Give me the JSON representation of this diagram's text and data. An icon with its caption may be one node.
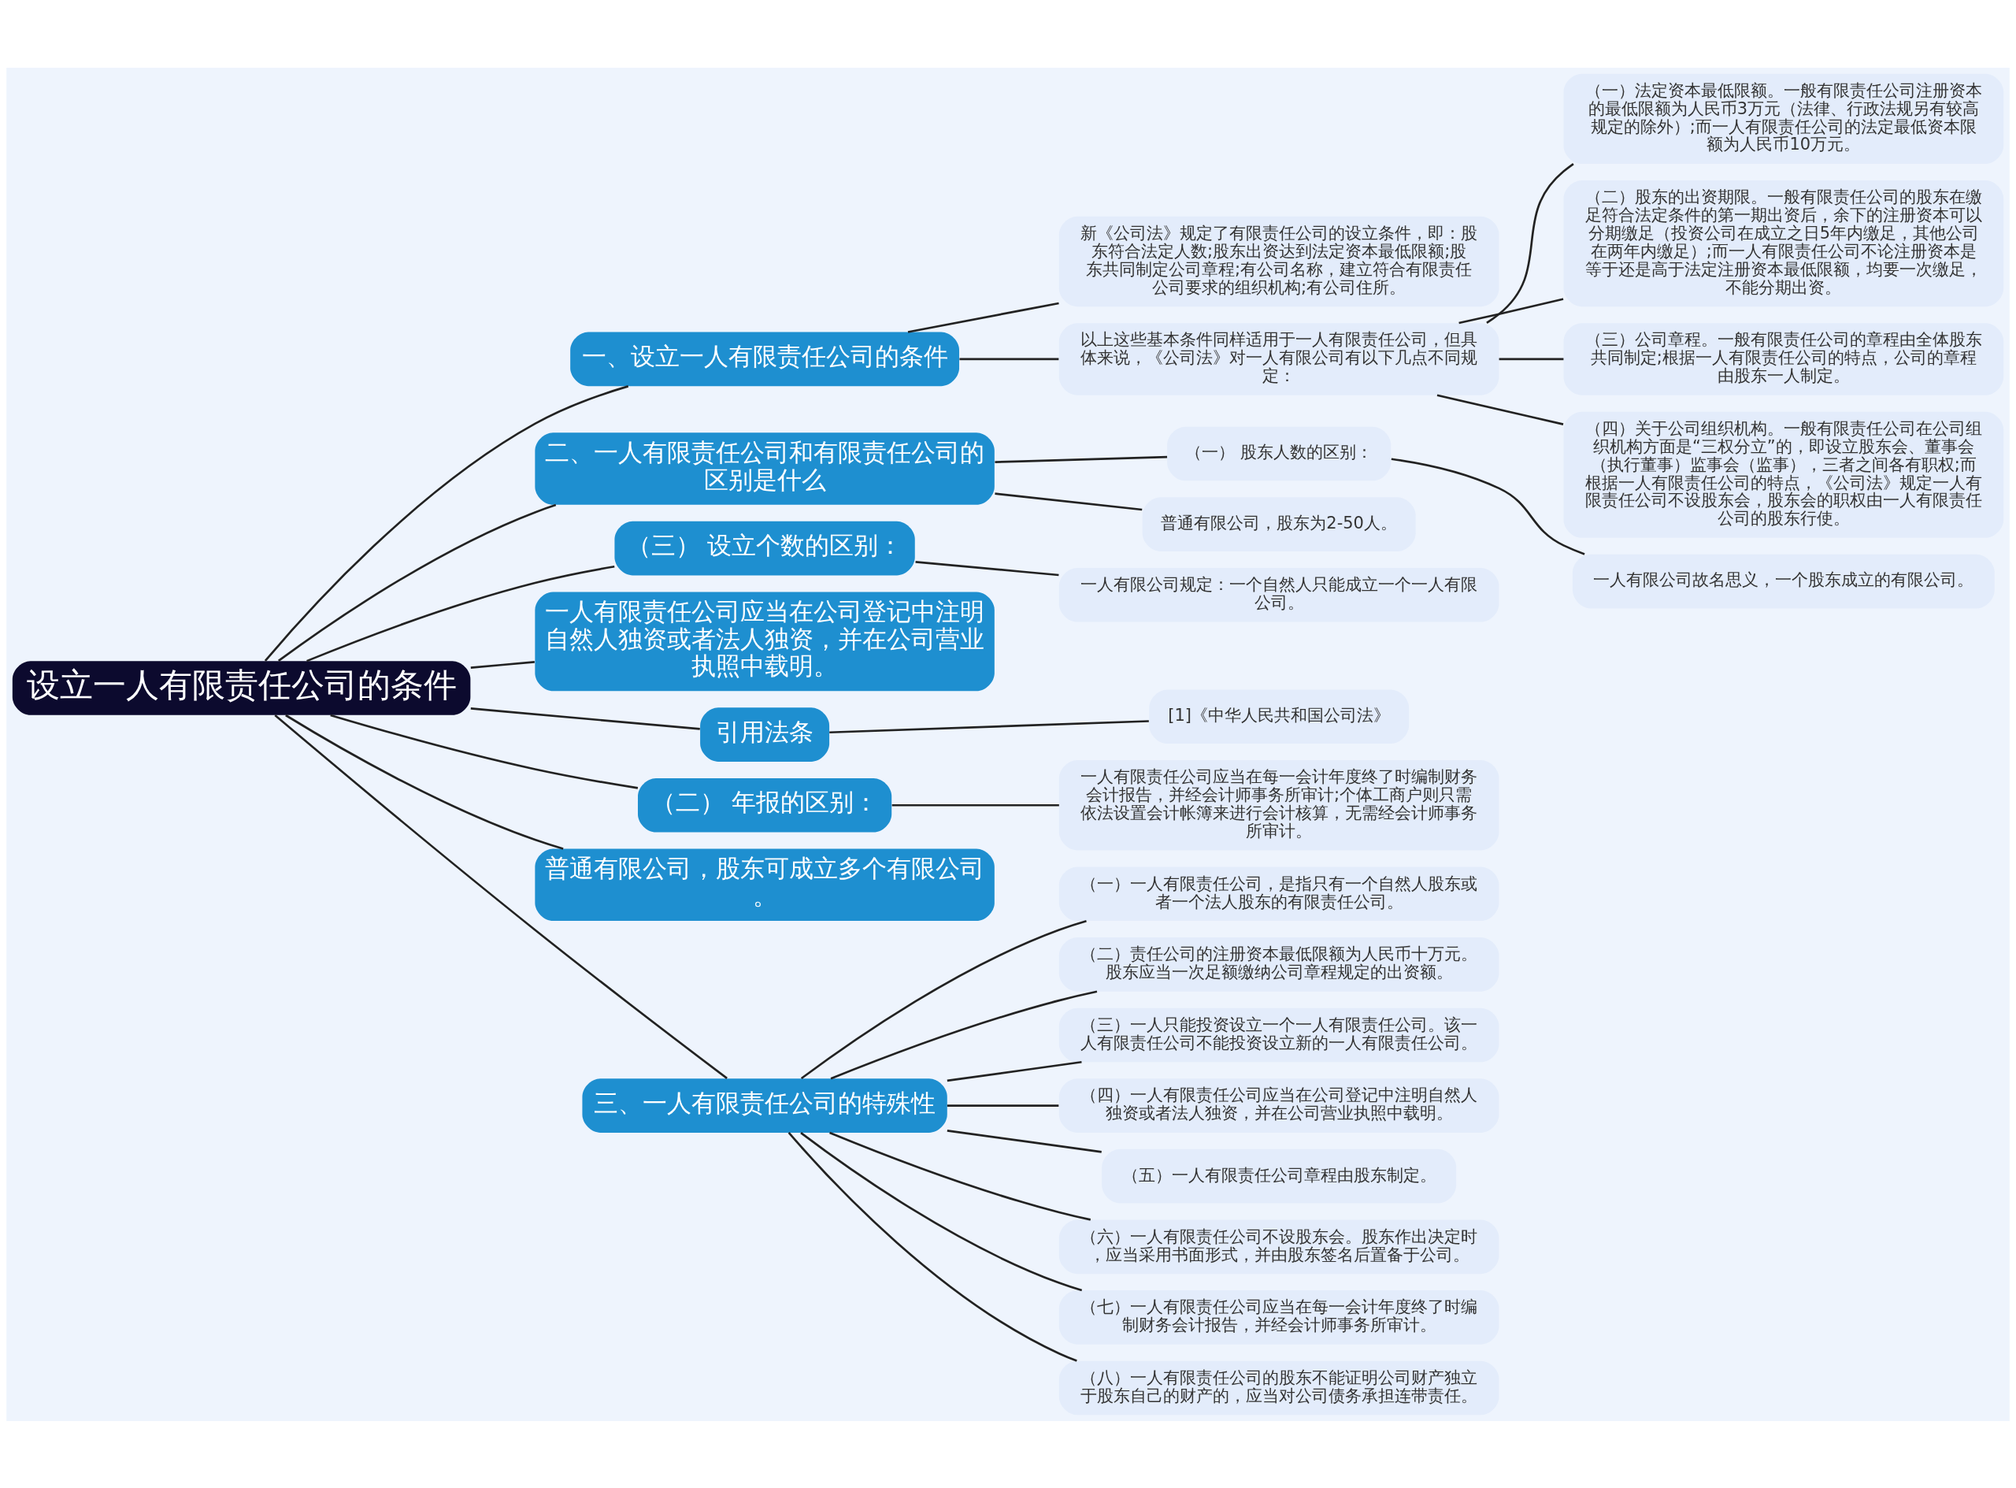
{
  "diagram": {
    "nodes": [
      {
        "text": [
          "设立一人有限责任公司的条件"
        ]
      },
      {
        "text": [
          "一、设立一人有限责任公司的条件"
        ]
      },
      {
        "text": [
          "新《公司法》规定了有限责任公司的设立条件，即：股东符合法定人数;股东出资达到法定资本最低限额;股东共同制定公司章程;有公司名称，建立符合有限责任公司要求的组织机构;有公司住所。"
        ]
      },
      {
        "text": [
          "以上这些基本条件同样适用于一人有限责任公司，但具体来说，《公司法》对一人有限公司有以下几点不同规定："
        ]
      },
      {
        "text": [
          "（一）法定资本最低限额。一般有限责任公司注册资本的最低限额为人民币3万元（法律、行政法规另有较高规定的除外）;而一人有限责任公司的法定最低资本限额为人民币10万元。"
        ]
      },
      {
        "text": [
          "（二）股东的出资期限。一般有限责任公司的股东在缴足符合法定条件的第一期出资后，余下的注册资本可以分期缴足（投资公司在成立之日5年内缴足，其他公司在两年内缴足）;而一人有限责任公司不论注册资本是等于还是高于法定注册资本最低限额，均要一次缴足，不能分期出资。"
        ]
      },
      {
        "text": [
          "（三）公司章程。一般有限责任公司的章程由全体股东共同制定;根据一人有限责任公司的特点，公司的章程由股东一人制定。"
        ]
      },
      {
        "text": [
          "（四）关于公司组织机构。一般有限责任公司在公司组织机构方面是“三权分立”的，即设立股东会、董事会（执行董事）监事会（监事），三者之间各有职权;而根据一人有限责任公司的特点，《公司法》规定一人有限责任公司不设股东会，股东会的职权由一人有限责任公司的股东行使。"
        ]
      },
      {
        "text": [
          "二、一人有限责任公司和有限责任公司的区别是什么"
        ]
      },
      {
        "text": [
          "（一） 股东人数的区别："
        ]
      },
      {
        "text": [
          "一人有限公司故名思义，一个股东成立的有限公司。"
        ]
      },
      {
        "text": [
          "普通有限公司，股东为2-50人。"
        ]
      },
      {
        "text": [
          "（三） 设立个数的区别："
        ]
      },
      {
        "text": [
          "一人有限公司规定：一个自然人只能成立一个一人有限公司。"
        ]
      },
      {
        "text": [
          "一人有限责任公司应当在公司登记中注明自然人独资或者法人独资，并在公司营业执照中载明。"
        ]
      },
      {
        "text": [
          "引用法条"
        ]
      },
      {
        "text": [
          "[1]《中华人民共和国公司法》"
        ]
      },
      {
        "text": [
          "（二） 年报的区别："
        ]
      },
      {
        "text": [
          "一人有限责任公司应当在每一会计年度终了时编制财务会计报告，并经会计师事务所审计;个体工商户则只需依法设置会计帐簿来进行会计核算，无需经会计师事务所审计。"
        ]
      },
      {
        "text": [
          "普通有限公司，股东可成立多个有限公司。"
        ]
      },
      {
        "text": [
          "三、一人有限责任公司的特殊性"
        ]
      },
      {
        "text": [
          "（一）一人有限责任公司，是指只有一个自然人股东或者一个法人股东的有限责任公司。"
        ]
      },
      {
        "text": [
          "（二）责任公司的注册资本最低限额为人民币十万元。股东应当一次足额缴纳公司章程规定的出资额。"
        ]
      },
      {
        "text": [
          "（三）一人只能投资设立一个一人有限责任公司。该一人有限责任公司不能投资设立新的一人有限责任公司。"
        ]
      },
      {
        "text": [
          "（四）一人有限责任公司应当在公司登记中注明自然人独资或者法人独资，并在公司营业执照中载明。"
        ]
      },
      {
        "text": [
          "（五）一人有限责任公司章程由股东制定。"
        ]
      },
      {
        "text": [
          "（六）一人有限责任公司不设股东会。股东作出决定时，应当采用书面形式，并由股东签名后置备于公司。"
        ]
      },
      {
        "text": [
          "（七）一人有限责任公司应当在每一会计年度终了时编制财务会计报告，并经会计师事务所审计。"
        ]
      },
      {
        "text": [
          "（八）一人有限责任公司的股东不能证明公司财产独立于股东自己的财产的，应当对公司债务承担连带责任。"
        ]
      }
    ],
    "edges": [
      {
        "from": 0,
        "to": 1,
        "arrow": "none"
      },
      {
        "from": 1,
        "to": 2,
        "arrow": "none"
      },
      {
        "from": 1,
        "to": 3,
        "arrow": "none"
      },
      {
        "from": 3,
        "to": 4,
        "arrow": "none"
      },
      {
        "from": 3,
        "to": 5,
        "arrow": "none"
      },
      {
        "from": 3,
        "to": 6,
        "arrow": "none"
      },
      {
        "from": 3,
        "to": 7,
        "arrow": "none"
      },
      {
        "from": 0,
        "to": 8,
        "arrow": "none"
      },
      {
        "from": 8,
        "to": 9,
        "arrow": "none"
      },
      {
        "from": 9,
        "to": 10,
        "arrow": "none"
      },
      {
        "from": 8,
        "to": 11,
        "arrow": "none"
      },
      {
        "from": 0,
        "to": 12,
        "arrow": "none"
      },
      {
        "from": 12,
        "to": 13,
        "arrow": "none"
      },
      {
        "from": 0,
        "to": 14,
        "arrow": "none"
      },
      {
        "from": 0,
        "to": 15,
        "arrow": "none"
      },
      {
        "from": 15,
        "to": 16,
        "arrow": "none"
      },
      {
        "from": 0,
        "to": 17,
        "arrow": "none"
      },
      {
        "from": 17,
        "to": 18,
        "arrow": "none"
      },
      {
        "from": 0,
        "to": 19,
        "arrow": "none"
      },
      {
        "from": 0,
        "to": 20,
        "arrow": "none"
      },
      {
        "from": 20,
        "to": 21,
        "arrow": "none"
      },
      {
        "from": 20,
        "to": 22,
        "arrow": "none"
      },
      {
        "from": 20,
        "to": 23,
        "arrow": "none"
      },
      {
        "from": 20,
        "to": 24,
        "arrow": "none"
      },
      {
        "from": 20,
        "to": 25,
        "arrow": "none"
      },
      {
        "from": 20,
        "to": 26,
        "arrow": "none"
      },
      {
        "from": 20,
        "to": 27,
        "arrow": "none"
      },
      {
        "from": 20,
        "to": 28,
        "arrow": "none"
      }
    ]
  }
}
